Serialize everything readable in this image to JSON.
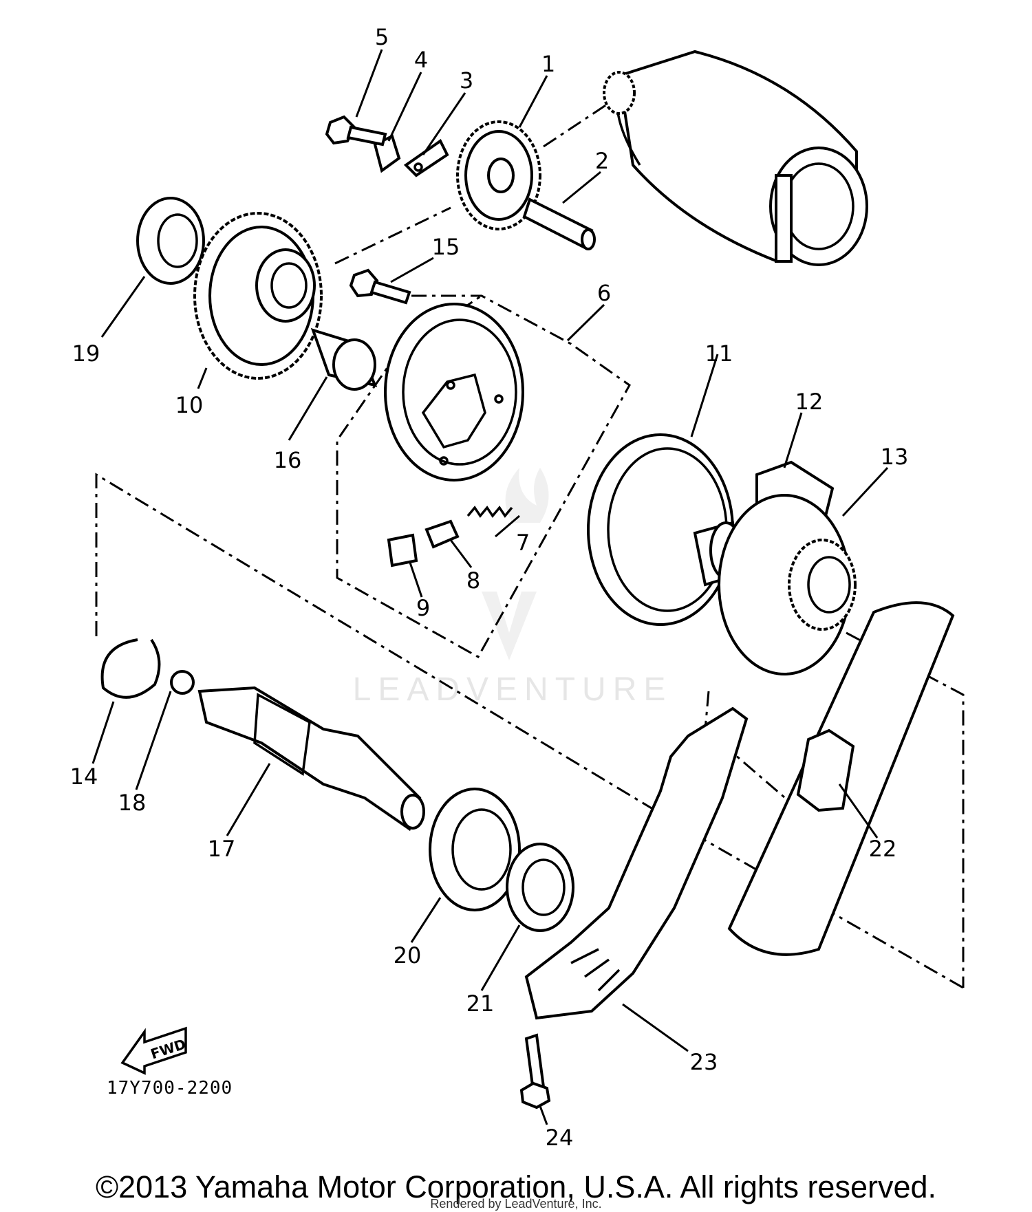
{
  "diagram": {
    "code": "17Y700-2200",
    "fwd_label": "FWD",
    "callouts": [
      "1",
      "2",
      "3",
      "4",
      "5",
      "6",
      "7",
      "8",
      "9",
      "10",
      "11",
      "12",
      "13",
      "14",
      "15",
      "16",
      "17",
      "18",
      "19",
      "20",
      "21",
      "22",
      "23",
      "24"
    ]
  },
  "watermark": {
    "brand": "LEADVENTURE"
  },
  "footer": {
    "copyright": "©2013 Yamaha Motor Corporation, U.S.A. All rights reserved.",
    "rendered_by": "Rendered by LeadVenture, Inc."
  }
}
